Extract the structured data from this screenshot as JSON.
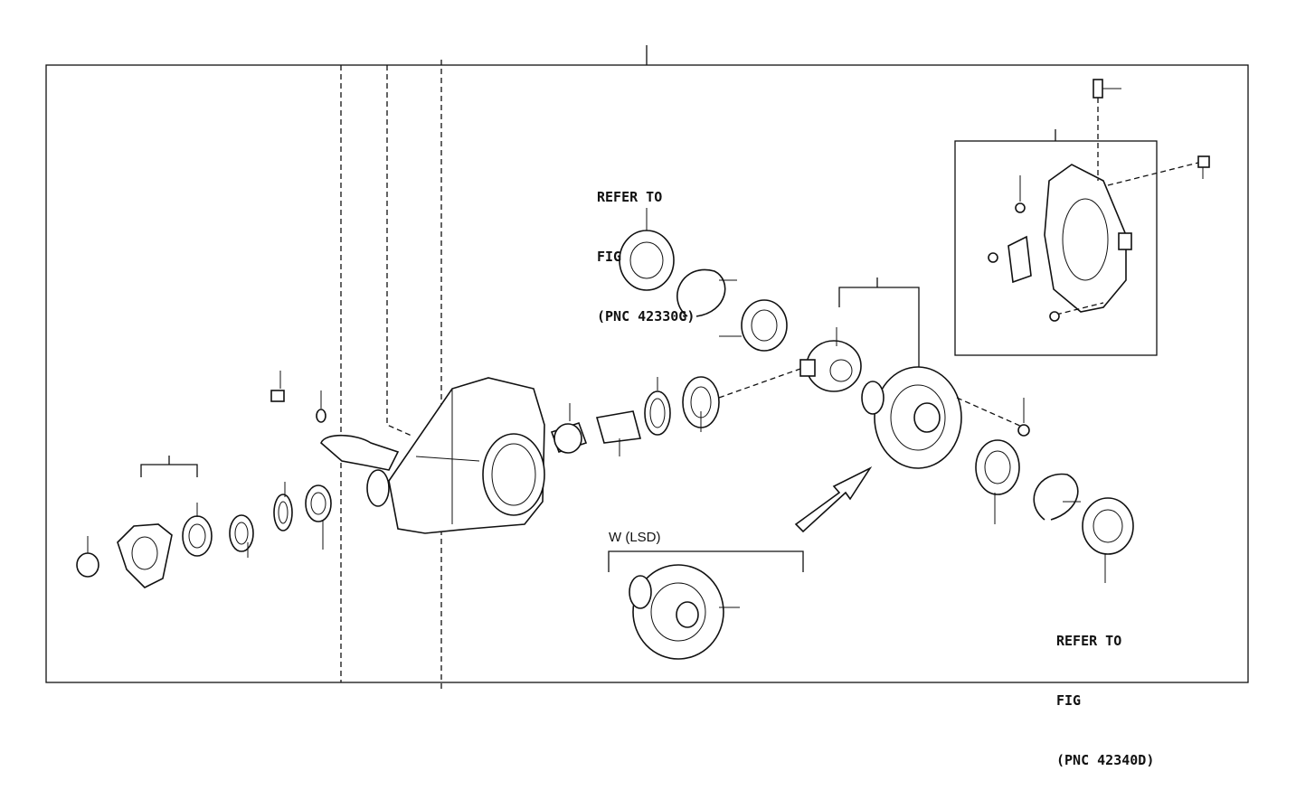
{
  "diagram": {
    "refer_top": {
      "line1": "REFER TO",
      "line2": "FIG",
      "line3": "(PNC 42330G)"
    },
    "refer_bottom": {
      "line1": "REFER TO",
      "line2": "FIG",
      "line3": "(PNC 42340D)"
    },
    "variant_label": "W (LSD)"
  }
}
